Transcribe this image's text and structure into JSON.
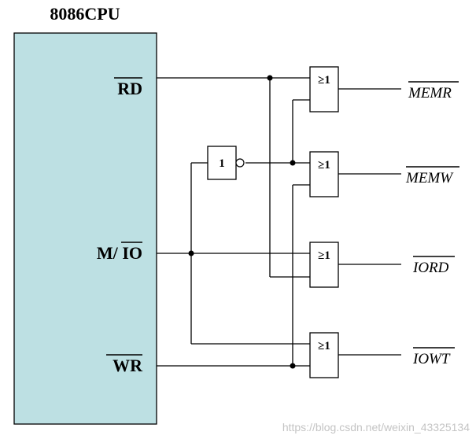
{
  "cpu": {
    "title": "8086CPU",
    "fill_color": "#bde0e3",
    "pins": {
      "rd": "RD",
      "m_io_prefix": "M/ ",
      "m_io_bar": "IO",
      "wr": "WR"
    }
  },
  "gates": {
    "or_symbol": "≥1",
    "not_symbol": "1"
  },
  "outputs": {
    "memr": "MEMR",
    "memw": "MEMW",
    "iord": "IORD",
    "iowt": "IOWT"
  },
  "watermark": "https://blog.csdn.net/weixin_43325134"
}
